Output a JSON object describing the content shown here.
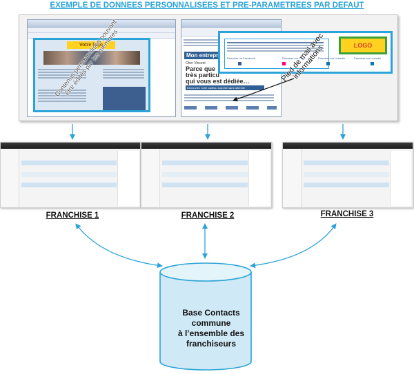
{
  "title": "EXEMPLE DE DONNEES PERSONNALISEES ET PRE-PARAMETREES PAR DEFAUT",
  "left_window": {
    "logo_label": "Votre logo",
    "annotation": "Contenus personnalisés pouvant être édités par les membres"
  },
  "right_window": {
    "headline": "Mon entrepri",
    "greeting": "Cher Vincent",
    "banner_line1": "Parce que",
    "banner_line2": "très particu",
    "banner_line3": "qui vous est dédiée…",
    "offer_bar": "Découvrez notre cadeau surprise sans attendre",
    "logo_label": "LOGO",
    "popup_links": [
      "Parrainer un Facebook",
      "Parrainer sur Flickr",
      "Parrainer sur Linkedin",
      "Parrainer sur Linkedin"
    ],
    "annotation": "Pied de mail avec informations"
  },
  "franchises": [
    {
      "label": "FRANCHISE 1"
    },
    {
      "label": "FRANCHISE 2"
    },
    {
      "label": "FRANCHISE 3"
    }
  ],
  "database": {
    "lines": [
      "Base Contacts",
      "commune",
      "à l’ensemble des",
      "franchiseurs"
    ]
  },
  "colors": {
    "accent": "#2aa3d8",
    "logo_yellow": "#ffd21f",
    "logo_red": "#e0392b",
    "db_fill": "#cfe9f6"
  }
}
